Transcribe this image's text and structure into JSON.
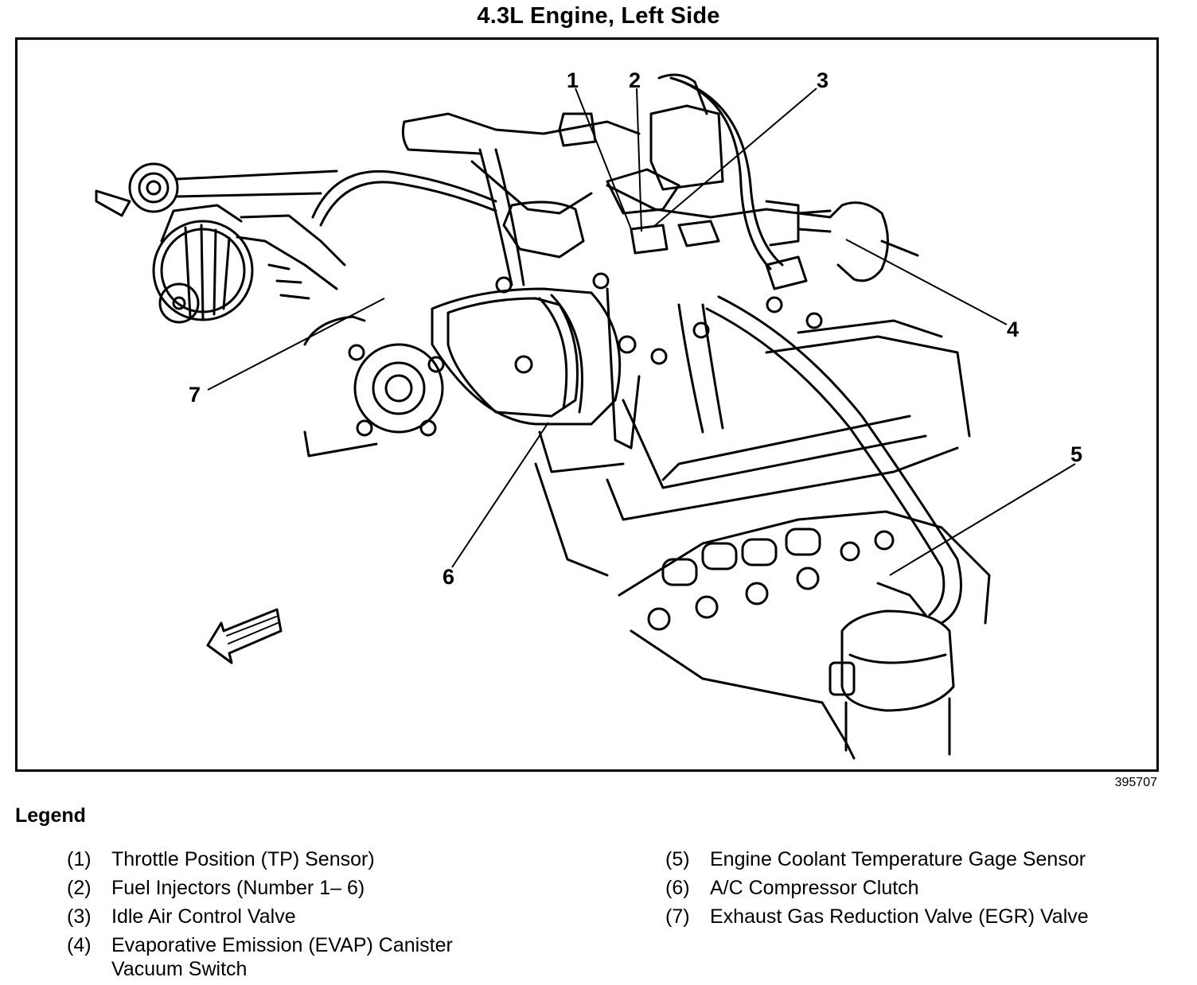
{
  "title": "4.3L Engine, Left Side",
  "figure_id": "395707",
  "callouts": [
    "1",
    "2",
    "3",
    "4",
    "5",
    "6",
    "7"
  ],
  "legend": {
    "heading": "Legend",
    "left": [
      {
        "num": "(1)",
        "text": "Throttle Position (TP) Sensor)"
      },
      {
        "num": "(2)",
        "text": "Fuel Injectors (Number 1– 6)"
      },
      {
        "num": "(3)",
        "text": "Idle Air Control Valve"
      },
      {
        "num": "(4)",
        "text": "Evaporative Emission (EVAP) Canister Vacuum Switch"
      }
    ],
    "right": [
      {
        "num": "(5)",
        "text": "Engine Coolant Temperature Gage Sensor"
      },
      {
        "num": "(6)",
        "text": "A/C Compressor Clutch"
      },
      {
        "num": "(7)",
        "text": "Exhaust Gas Reduction Valve (EGR) Valve"
      }
    ]
  }
}
